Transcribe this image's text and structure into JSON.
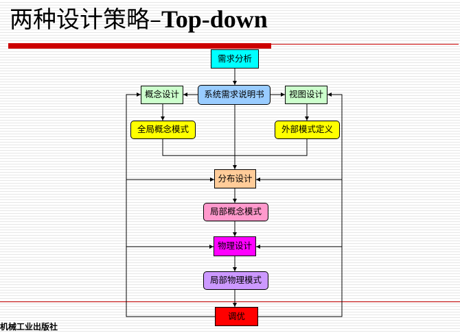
{
  "slide": {
    "title_cn": "两种设计策略",
    "title_sep": "–",
    "title_en": "Top-down",
    "publisher": "机械工业出版社"
  },
  "nodes": {
    "requirements_analysis": {
      "label": "需求分析",
      "color": "#00ffff"
    },
    "system_requirements_spec": {
      "label": "系统需求说明书",
      "color": "#99ccff"
    },
    "concept_design": {
      "label": "概念设计",
      "color": "#ccffcc"
    },
    "view_design": {
      "label": "视图设计",
      "color": "#ccffcc"
    },
    "global_concept_model": {
      "label": "全局概念模式",
      "color": "#ffff00"
    },
    "external_schema_definition": {
      "label": "外部模式定义",
      "color": "#ffff00"
    },
    "distributed_design": {
      "label": "分布设计",
      "color": "#ffcc99"
    },
    "local_concept_model": {
      "label": "局部概念模式",
      "color": "#ff99cc"
    },
    "physical_design": {
      "label": "物理设计",
      "color": "#ff00ff"
    },
    "local_physical_model": {
      "label": "局部物理模式",
      "color": "#cc99ff"
    },
    "tuning": {
      "label": "调优",
      "color": "#ff0000"
    }
  }
}
